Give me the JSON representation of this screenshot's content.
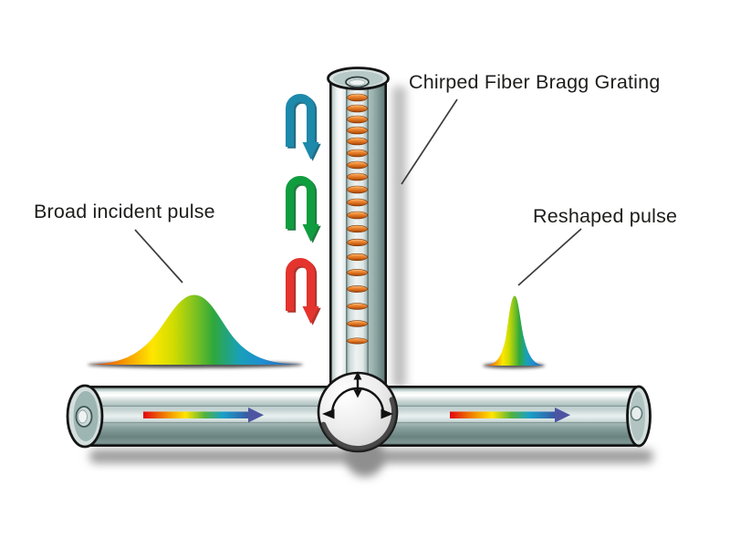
{
  "page": {
    "background": "#ffffff"
  },
  "labels": {
    "incident": "Broad incident pulse",
    "grating": "Chirped Fiber Bragg Grating",
    "reshaped": "Reshaped pulse"
  },
  "components": {
    "fbg_tube": {
      "description": "vertical glass tube containing chirped grating",
      "grating_segment_count": 19,
      "grating_color": "#d96c1a",
      "chirp": "segment spacing increases top to bottom"
    },
    "fiber_tube": {
      "description": "horizontal glass fiber tube",
      "glass_tint": "#9bb3b1"
    },
    "circulator": {
      "description": "optical circulator at tube junction",
      "body_color": "#e3e3e3",
      "symbol": "arc with outward arrowheads plus vertical double arrow"
    },
    "pulses": {
      "incident": {
        "shape": "broad gaussian",
        "spectrum": [
          "#d92c14",
          "#f59c00",
          "#ffe600",
          "#2fa83a",
          "#1e8fd0",
          "#2a5da8"
        ]
      },
      "reshaped": {
        "shape": "narrow gaussian",
        "spectrum": [
          "#d92c14",
          "#f59c00",
          "#ffe600",
          "#2fa83a",
          "#1e8fd0",
          "#2a5da8"
        ]
      }
    },
    "return_arrows": [
      {
        "name": "blue-uturn-arrow",
        "color": "#1d89ab"
      },
      {
        "name": "green-uturn-arrow",
        "color": "#0f9d3f"
      },
      {
        "name": "red-uturn-arrow",
        "color": "#e5332e"
      }
    ],
    "propagation_arrows": [
      {
        "name": "input-spectrum-arrow",
        "direction": "right",
        "head_color": "#4d55a3"
      },
      {
        "name": "output-spectrum-arrow",
        "direction": "right",
        "head_color": "#4d55a3"
      }
    ]
  }
}
